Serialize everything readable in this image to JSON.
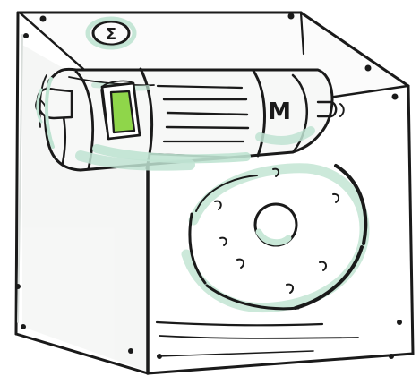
{
  "labels": {
    "top_symbol": "Σ",
    "motor_letter": "M"
  },
  "colors": {
    "ink": "#1a1a1a",
    "panel": "#ffffff",
    "panel_shadow": "#d8dcd9",
    "motor_fill": "#f7f8f7",
    "motor_shadow": "#bfe3d2",
    "switch_green": "#8fd64a",
    "wheel_shadow": "#c9e8d8"
  },
  "icons": {
    "top_emblem": "sigma-emblem",
    "motor": "motor-icon",
    "wheel": "pulley-wheel",
    "switch": "green-switch"
  }
}
